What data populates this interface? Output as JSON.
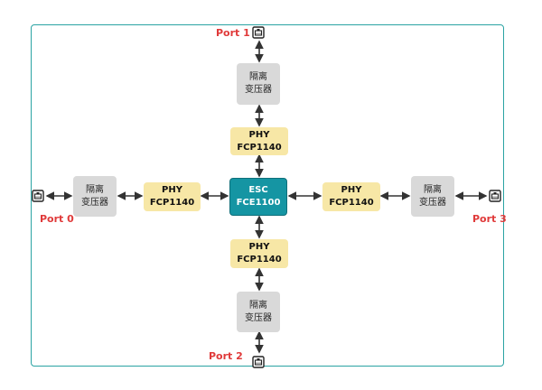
{
  "ports": {
    "p0": "Port 0",
    "p1": "Port 1",
    "p2": "Port 2",
    "p3": "Port 3"
  },
  "transformer": {
    "line1": "隔离",
    "line2": "变压器"
  },
  "phy": {
    "line1": "PHY",
    "line2": "FCP1140"
  },
  "esc": {
    "line1": "ESC",
    "line2": "FCE1100"
  },
  "colors": {
    "frame": "#2aa3a3",
    "esc_fill": "#1595a3",
    "phy_fill": "#f7e7a6",
    "transformer_fill": "#d9d9d9",
    "port_label": "#e03a3a",
    "arrow": "#333333"
  },
  "icons": {
    "port": "ethernet-port-icon"
  }
}
